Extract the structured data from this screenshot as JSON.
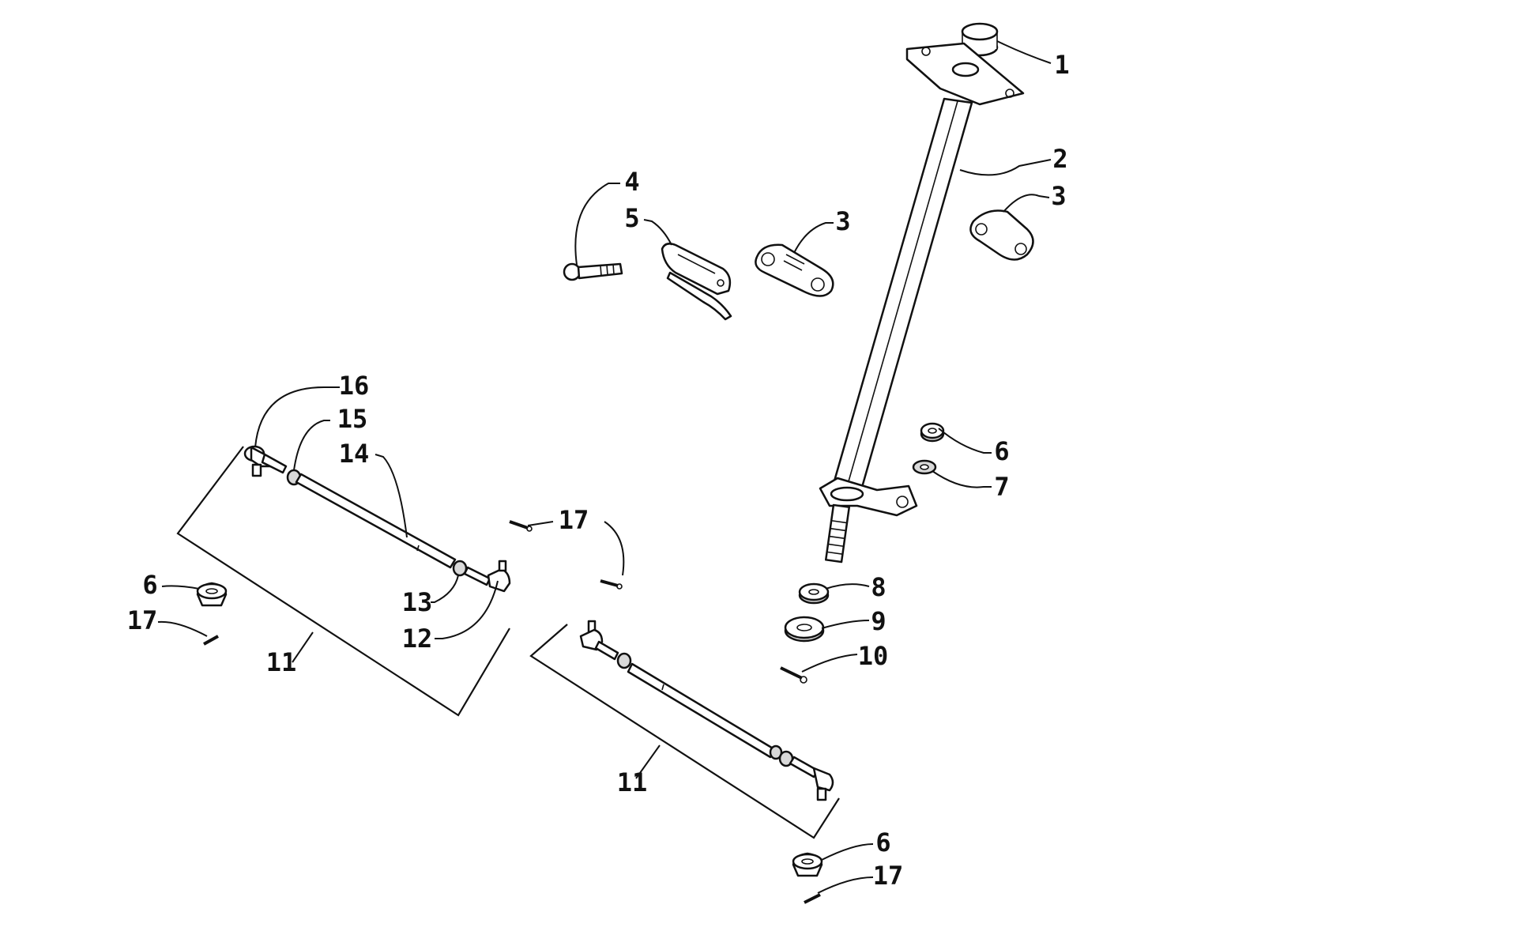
{
  "colors": {
    "ink": "#111111",
    "background": "#ffffff",
    "shade": "#d9d9d9"
  },
  "callouts": {
    "c1": "1",
    "c2": "2",
    "c3a": "3",
    "c3b": "3",
    "c4": "4",
    "c5": "5",
    "c6a": "6",
    "c6b": "6",
    "c6c": "6",
    "c7": "7",
    "c8": "8",
    "c9": "9",
    "c10": "10",
    "c11a": "11",
    "c11b": "11",
    "c12": "12",
    "c13": "13",
    "c14": "14",
    "c15": "15",
    "c16": "16",
    "c17a": "17",
    "c17b": "17",
    "c17c": "17"
  }
}
